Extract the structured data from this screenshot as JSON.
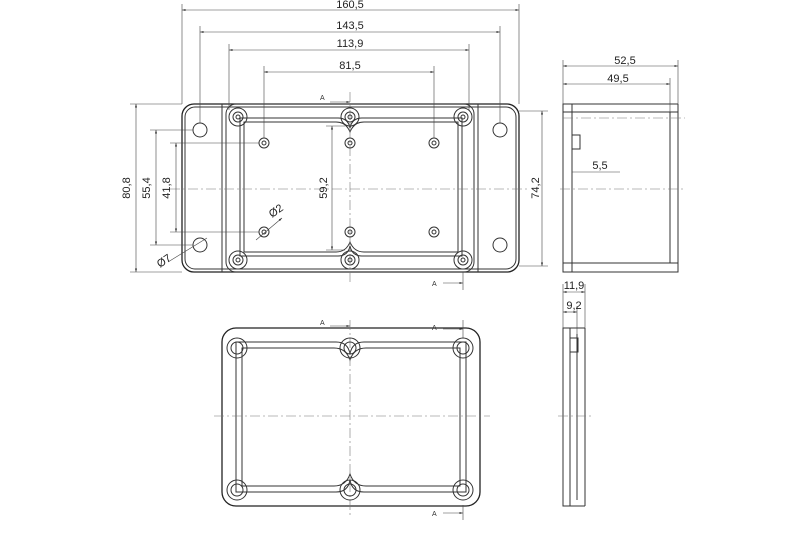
{
  "dimensions": {
    "top": [
      "160,5",
      "143,5",
      "113,9",
      "81,5"
    ],
    "left": [
      "80,8",
      "55,4",
      "41,8"
    ],
    "center_v": "59,2",
    "right_v": "74,2",
    "side_top": [
      "52,5",
      "49,5"
    ],
    "side_inner": "5,5",
    "lower_side": [
      "11,9",
      "9,2"
    ],
    "hole_small": "Ø2",
    "hole_large": "Ø7"
  },
  "section_mark": "A"
}
